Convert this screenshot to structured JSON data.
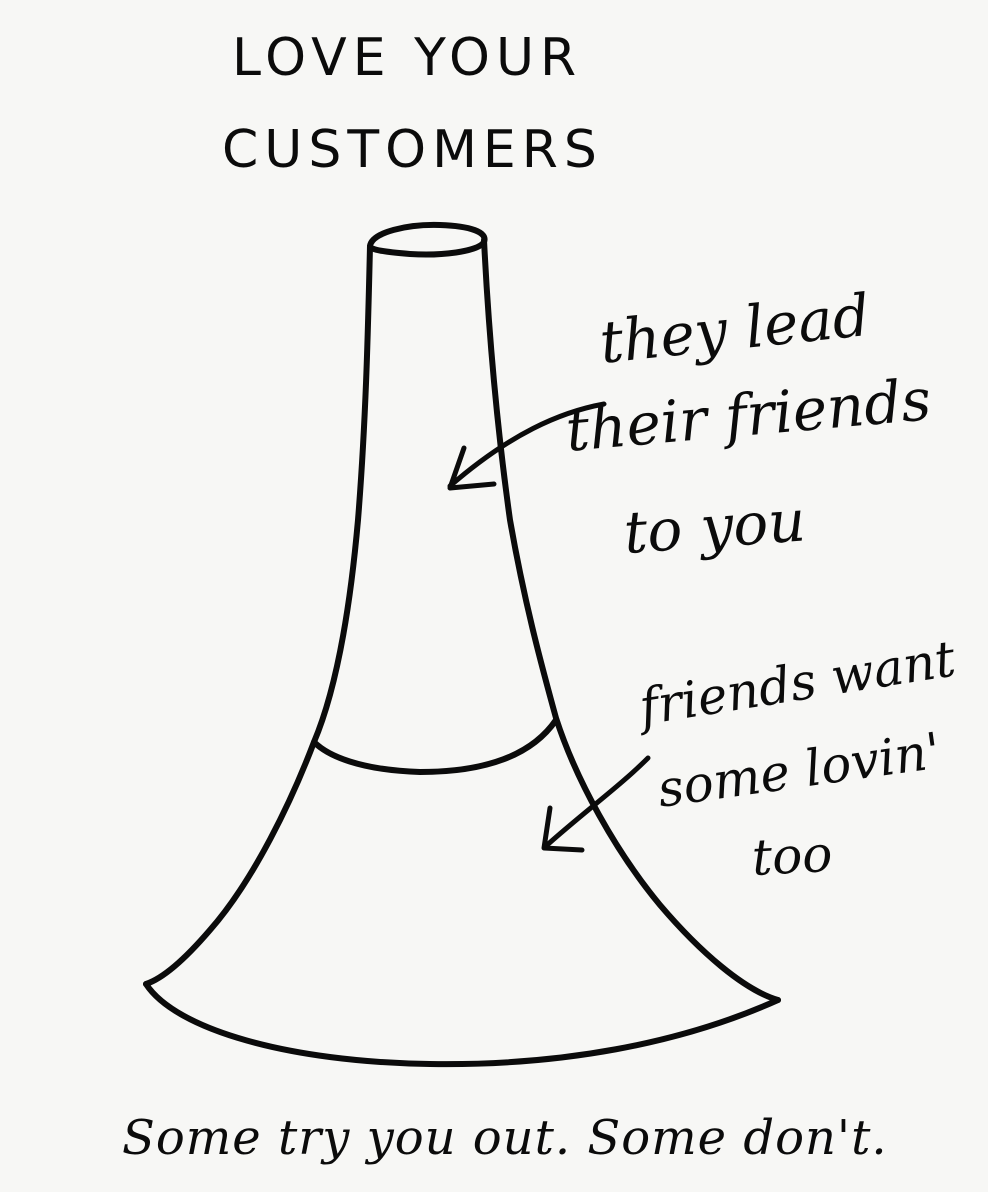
{
  "title": {
    "line1": "LOVE YOUR",
    "line2": "CUSTOMERS"
  },
  "notes": {
    "top": {
      "line1": "they lead",
      "line2": "their friends",
      "line3": "to you"
    },
    "middle": {
      "line1": "friends want",
      "line2": "some lovin'",
      "line3": "too"
    }
  },
  "caption": "Some try you out. Some don't.",
  "colors": {
    "ink": "#0b0b0b",
    "paper": "#f7f7f5"
  }
}
